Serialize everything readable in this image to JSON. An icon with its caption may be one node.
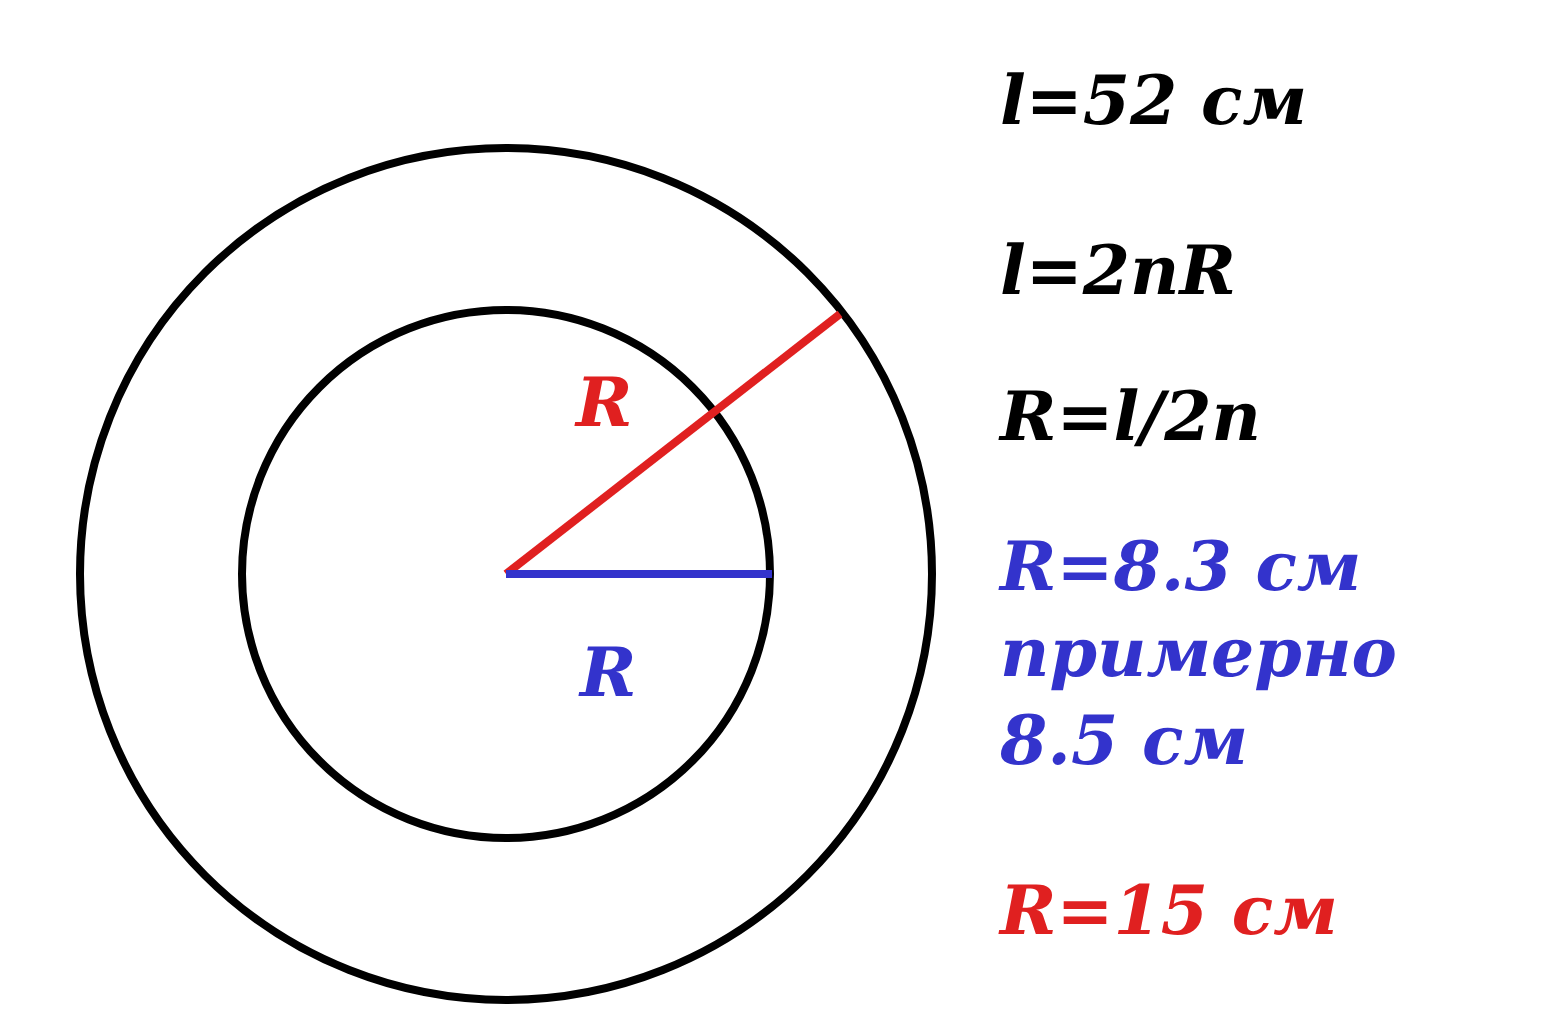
{
  "diagram": {
    "labels": [
      "R",
      "R",
      "l=52 см",
      "l=2пR",
      "R=l/2п",
      "R=8.3 см",
      "примерно 8.5 см",
      "R=15 см"
    ]
  }
}
